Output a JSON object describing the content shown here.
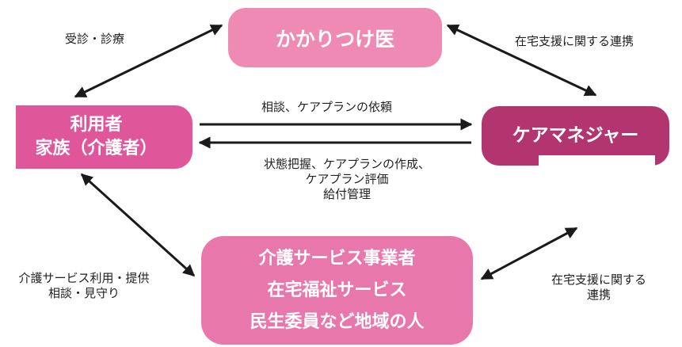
{
  "nodes": {
    "doctor": {
      "label": "かかりつけ医",
      "color": "#ee8ab4"
    },
    "user": {
      "lines": [
        "利用者",
        "家族（介護者）"
      ],
      "color": "#e0569a"
    },
    "care_manager": {
      "label": "ケアマネジャー",
      "color": "#b3356f"
    },
    "services": {
      "lines": [
        "介護サービス事業者",
        "在宅福祉サービス",
        "民生委員など地域の人"
      ],
      "color": "#e878ac"
    }
  },
  "edges": {
    "user_doctor": "受診・診療",
    "doctor_caremanager": "在宅支援に関する連携",
    "user_to_cm": "相談、ケアプランの依頼",
    "cm_to_user": [
      "状態把握、ケアプランの作成、",
      "ケアプラン評価",
      "給付管理"
    ],
    "user_services": [
      "介護サービス利用・提供",
      "相談・見守り"
    ],
    "cm_services": [
      "在宅支援に関する",
      "連携"
    ]
  }
}
